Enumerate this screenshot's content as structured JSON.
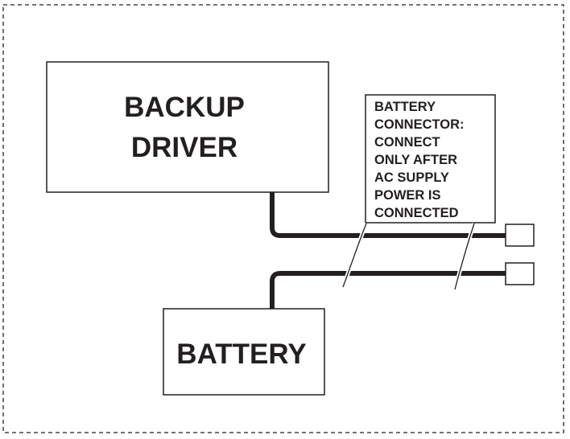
{
  "diagram": {
    "backup_driver": {
      "line1": "BACKUP",
      "line2": "DRIVER"
    },
    "battery": {
      "label": "BATTERY"
    },
    "note": {
      "lines": [
        "BATTERY",
        "CONNECTOR:",
        "CONNECT",
        "ONLY AFTER",
        "AC SUPPLY",
        "POWER IS",
        "CONNECTED"
      ]
    },
    "colors": {
      "line": "#231f20",
      "background": "#ffffff"
    }
  }
}
